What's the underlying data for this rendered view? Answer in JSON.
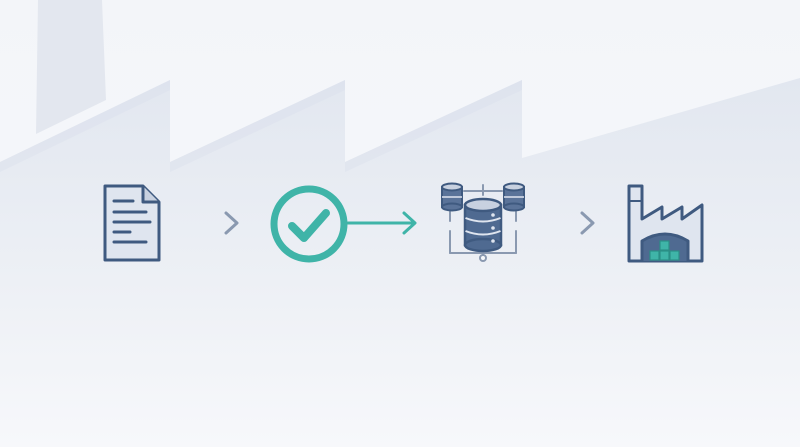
{
  "diagram": {
    "steps": [
      {
        "id": "document",
        "icon": "document-icon"
      },
      {
        "id": "validation",
        "icon": "checkmark-circle-icon"
      },
      {
        "id": "database",
        "icon": "database-network-icon"
      },
      {
        "id": "factory",
        "icon": "factory-warehouse-icon"
      }
    ],
    "connectors": [
      {
        "from": "document",
        "to": "validation",
        "icon": "arrow-right-icon"
      },
      {
        "from": "validation",
        "to": "database",
        "icon": "arrow-right-icon"
      },
      {
        "from": "database",
        "to": "factory",
        "icon": "arrow-right-icon"
      }
    ]
  },
  "colors": {
    "primary_slate": "#3f5a80",
    "icon_fill": "#dfe5ef",
    "accent_teal": "#3fb4a8",
    "arrow_gray": "#8a99b0",
    "background_silhouette": "#e4e8f1"
  }
}
